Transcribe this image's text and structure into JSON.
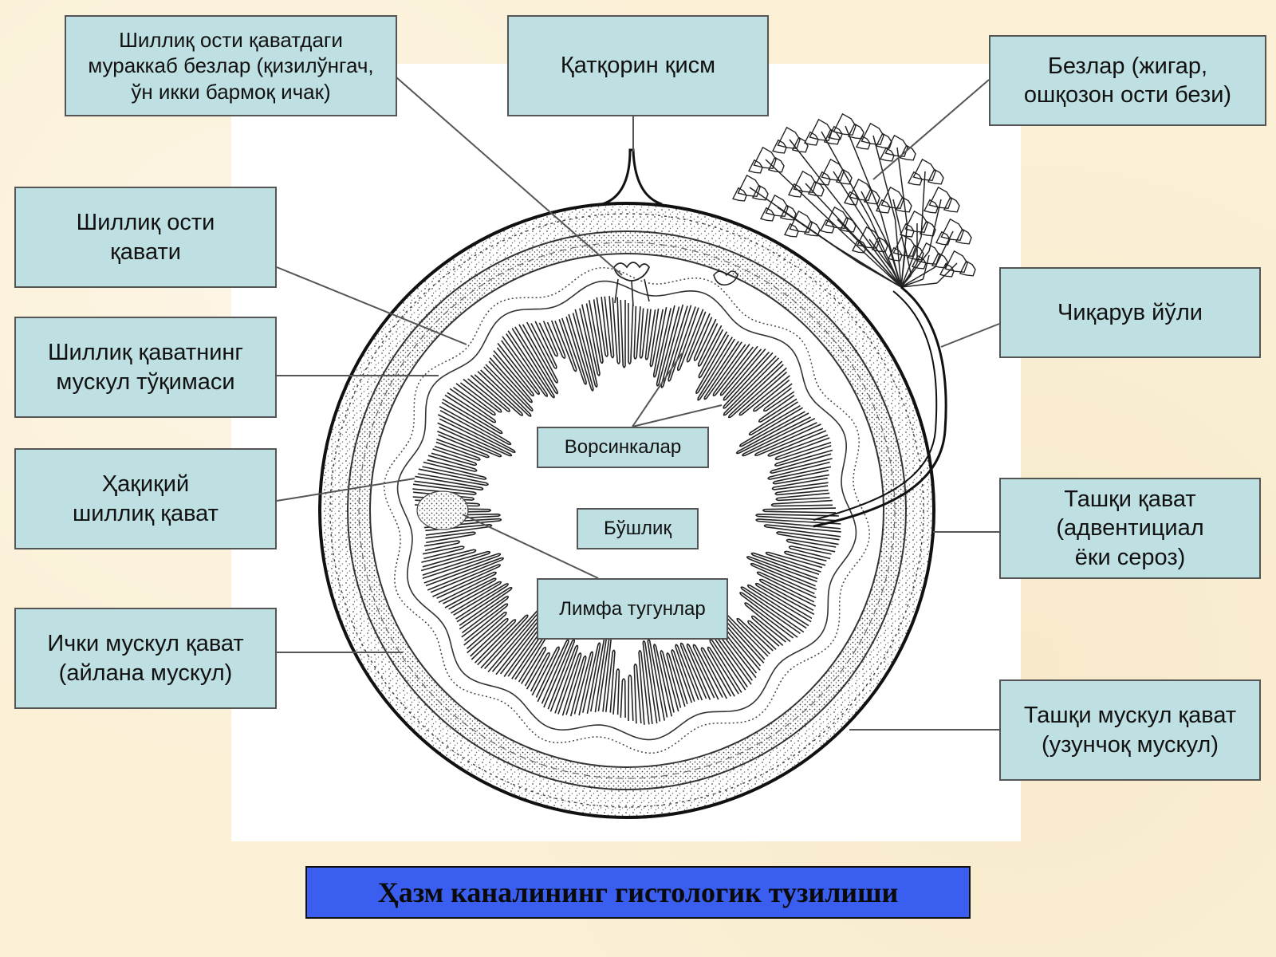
{
  "diagram": {
    "title": "Ҳазм каналининг гистологик тузилиши",
    "labels": {
      "submucosa_glands": "Шиллиқ ости қаватдаги\nмураккаб безлар (қизилўнгач,\nўн икки бармоқ ичак)",
      "mesentery": "Қатқорин қисм",
      "glands": "Безлар (жигар,\nошқозон ости бези)",
      "submucosa": "Шиллиқ ости\nқавати",
      "duct": "Чиқарув йўли",
      "muscularis_mucosae": "Шиллиқ қаватнинг\nмускул тўқимаси",
      "villi": "Ворсинкалар",
      "mucosa": "Ҳақиқий\nшиллиқ қават",
      "lumen": "Бўшлиқ",
      "adventitia": "Ташқи қават\n(адвентициал\n ёки сероз)",
      "lymph_nodes": "Лимфа тугунлар",
      "inner_muscle": "Ички мускул қават\n(айлана мускул)",
      "outer_muscle": "Ташқи мускул қават\n(узунчоқ мускул)"
    },
    "colors": {
      "box_fill": "#bfe0e3",
      "title_fill": "#3a5ff0",
      "background": "#fbf0d6"
    }
  }
}
